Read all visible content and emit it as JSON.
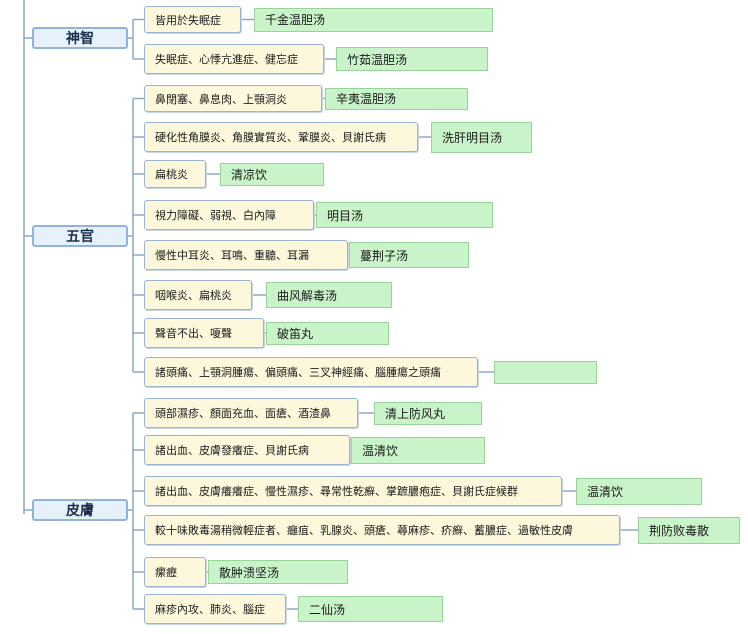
{
  "categories": [
    {
      "name": "神智",
      "items": [
        {
          "symptom": "皆用於失眠症",
          "remedy": "千金温胆汤"
        },
        {
          "symptom": "失眠症、心悸亢進症、健忘症",
          "remedy": "竹茹温胆汤"
        }
      ]
    },
    {
      "name": "五官",
      "items": [
        {
          "symptom": "鼻閉塞、鼻息肉、上顎洞炎",
          "remedy": "辛夷温胆汤"
        },
        {
          "symptom": "硬化性角膜炎、角膜實質炎、鞏膜炎、貝謝氏病",
          "remedy": "洗肝明目汤"
        },
        {
          "symptom": "扁桃炎",
          "remedy": "清凉饮"
        },
        {
          "symptom": "視力障礙、弱視、白內障",
          "remedy": "明目汤"
        },
        {
          "symptom": "慢性中耳炎、耳鳴、重聽、耳漏",
          "remedy": "蔓荆子汤"
        },
        {
          "symptom": "咽喉炎、扁桃炎",
          "remedy": "曲风解毒汤"
        },
        {
          "symptom": "聲音不出、嗄聲",
          "remedy": "破笛丸"
        },
        {
          "symptom": "諸頭痛、上顎洞腫瘍、偏頭痛、三叉神經痛、腦腫瘍之頭痛",
          "remedy": ""
        }
      ]
    },
    {
      "name": "皮膚",
      "items": [
        {
          "symptom": "頭部濕疹、顏面充血、面瘡、酒渣鼻",
          "remedy": "清上防风丸"
        },
        {
          "symptom": "諸出血、皮膚發癢症、貝謝氏病",
          "remedy": "温清饮"
        },
        {
          "symptom": "諸出血、皮膚癢癢症、慢性濕疹、尋常性乾癬、掌蹠膿疱症、貝謝氏症候群",
          "remedy": "温清饮"
        },
        {
          "symptom": "較十味敗毒湯稍微輕症者、癰疽、乳腺炎、頭瘡、蕁麻疹、疥癬、蓄膿症、過敏性皮膚",
          "remedy": "荆防败毒散"
        },
        {
          "symptom": "瘰癧",
          "remedy": "散肿溃坚汤"
        },
        {
          "symptom": "麻疹內攻、肺炎、腦症",
          "remedy": "二仙汤"
        }
      ]
    }
  ]
}
